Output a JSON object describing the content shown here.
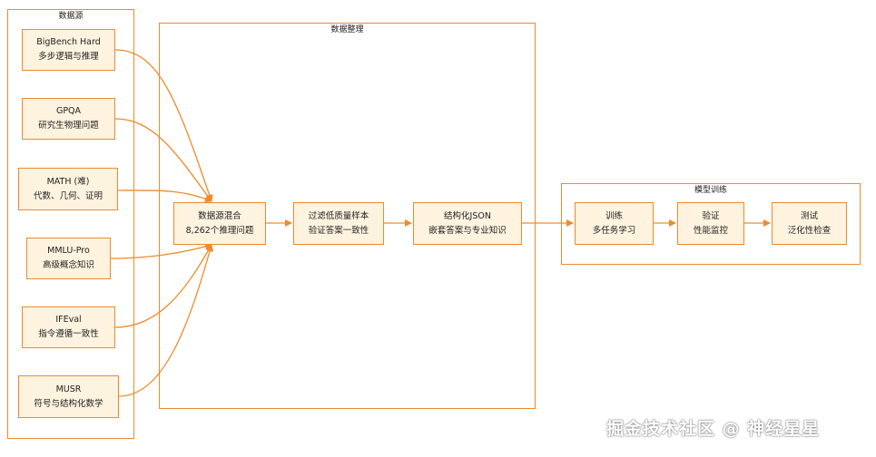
{
  "groups": {
    "sources": {
      "title": "数据源"
    },
    "curation": {
      "title": "数据整理"
    },
    "training": {
      "title": "模型训练"
    }
  },
  "sources": [
    {
      "line1": "BigBench Hard",
      "line2": "多步逻辑与推理"
    },
    {
      "line1": "GPQA",
      "line2": "研究生物理问题"
    },
    {
      "line1": "MATH (难)",
      "line2": "代数、几何、证明"
    },
    {
      "line1": "MMLU-Pro",
      "line2": "高级概念知识"
    },
    {
      "line1": "IFEval",
      "line2": "指令遵循一致性"
    },
    {
      "line1": "MUSR",
      "line2": "符号与结构化数学"
    }
  ],
  "pipeline": {
    "mix": {
      "line1": "数据源混合",
      "line2": "8,262个推理问题"
    },
    "filter": {
      "line1": "过滤低质量样本",
      "line2": "验证答案一致性"
    },
    "json": {
      "line1": "结构化JSON",
      "line2": "嵌套答案与专业知识"
    },
    "train": {
      "line1": "训练",
      "line2": "多任务学习"
    },
    "validate": {
      "line1": "验证",
      "line2": "性能监控"
    },
    "test": {
      "line1": "测试",
      "line2": "泛化性检查"
    }
  },
  "colors": {
    "stroke": "#ef8a2c",
    "fill": "#fdf3df"
  },
  "watermark": "掘金技术社区 @ 神经星星"
}
